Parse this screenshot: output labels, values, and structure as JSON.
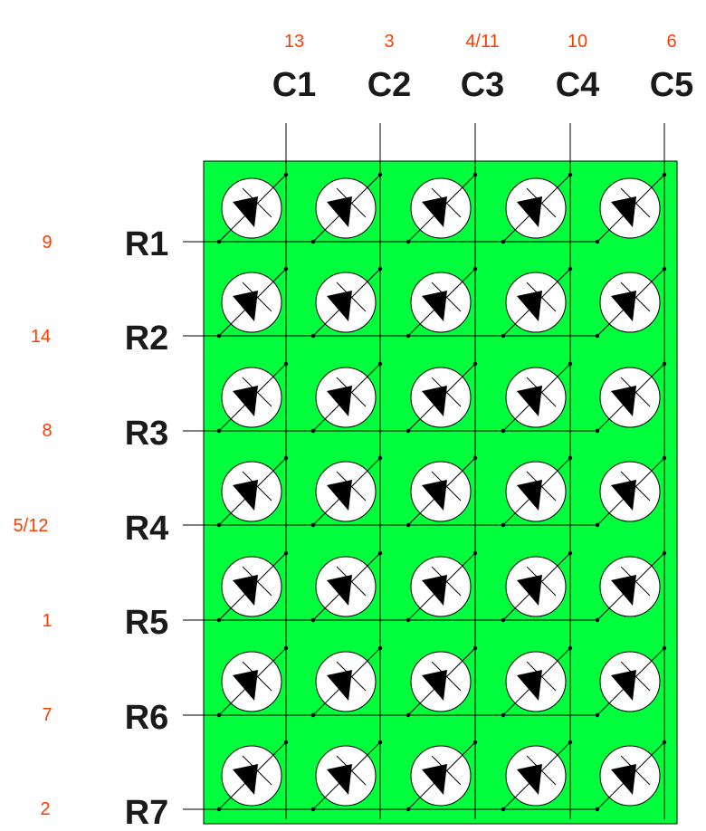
{
  "colors": {
    "board": "#00ff3c",
    "pin_label": "#ff3c00",
    "line_label": "#1a1a1a",
    "led_fill": "#ffffff",
    "wire": "#000000"
  },
  "columns": [
    {
      "label": "C1",
      "pin": "13"
    },
    {
      "label": "C2",
      "pin": "3"
    },
    {
      "label": "C3",
      "pin": "4/11"
    },
    {
      "label": "C4",
      "pin": "10"
    },
    {
      "label": "C5",
      "pin": "6"
    }
  ],
  "rows": [
    {
      "label": "R1",
      "pin": "9"
    },
    {
      "label": "R2",
      "pin": "14"
    },
    {
      "label": "R3",
      "pin": "8"
    },
    {
      "label": "R4",
      "pin": "5/12"
    },
    {
      "label": "R5",
      "pin": "1"
    },
    {
      "label": "R6",
      "pin": "7"
    },
    {
      "label": "R7",
      "pin": "2"
    }
  ],
  "led_icon": "led-diode-icon"
}
